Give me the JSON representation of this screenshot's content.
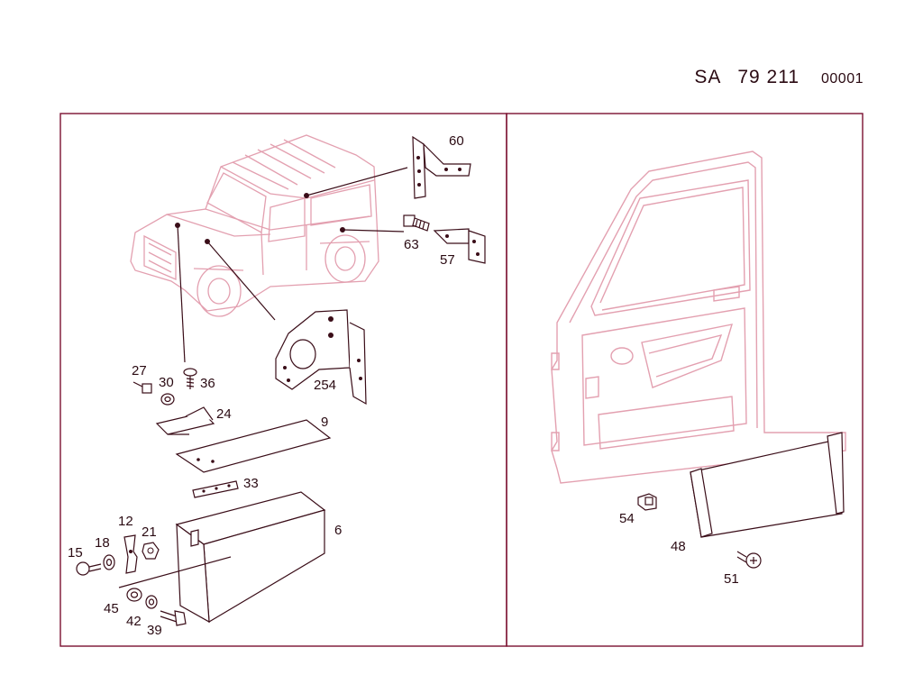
{
  "header": {
    "prefix": "SA",
    "group_number": "79 211",
    "sheet": "00001"
  },
  "callouts": {
    "c60": "60",
    "c63": "63",
    "c57": "57",
    "c254": "254",
    "c27": "27",
    "c30": "30",
    "c36": "36",
    "c24": "24",
    "c9": "9",
    "c33": "33",
    "c6": "6",
    "c12": "12",
    "c21": "21",
    "c15": "15",
    "c18": "18",
    "c45": "45",
    "c42": "42",
    "c39": "39",
    "c54": "54",
    "c48": "48",
    "c51": "51"
  },
  "colors": {
    "frame": "#7a1030",
    "outline_ghost": "#e3a0b0",
    "part_stroke": "#3a0d18"
  }
}
